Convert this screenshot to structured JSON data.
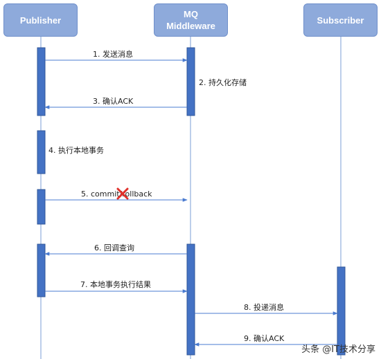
{
  "participants": {
    "publisher": "Publisher",
    "mq_line1": "MQ",
    "mq_line2": "Middleware",
    "subscriber": "Subscriber"
  },
  "messages": {
    "m1": "1. 发送消息",
    "m2": "2. 持久化存储",
    "m3": "3. 确认ACK",
    "m4": "4. 执行本地事务",
    "m5": "5. commit/rollback",
    "m6": "6. 回调查询",
    "m7": "7. 本地事务执行结果",
    "m8": "8. 投递消息",
    "m9": "9. 确认ACK"
  },
  "watermark": "头条 @IT技术分享",
  "colors": {
    "participant_fill": "#8eaadb",
    "activation": "#4472c4",
    "arrow": "#4a7bd0",
    "cross": "#e0302a"
  }
}
